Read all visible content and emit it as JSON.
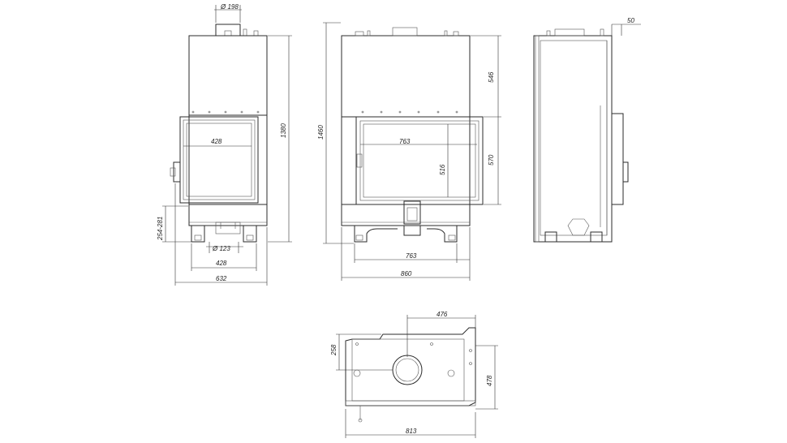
{
  "views": {
    "side_front": {
      "flue_diameter": "Ø 198",
      "height": "1380",
      "door_width": "428",
      "leg_adjust": "254-281",
      "inlet_diameter": "Ø 123",
      "base_width": "428",
      "total_width": "632"
    },
    "front": {
      "height": "1460",
      "upper_height": "546",
      "door_width": "763",
      "glass_height": "516",
      "door_height": "570",
      "base_width": "763",
      "total_width": "860"
    },
    "side": {
      "offset": "50"
    },
    "top": {
      "flue_offset": "476",
      "depth_offset": "258",
      "depth": "478",
      "width": "813"
    }
  }
}
